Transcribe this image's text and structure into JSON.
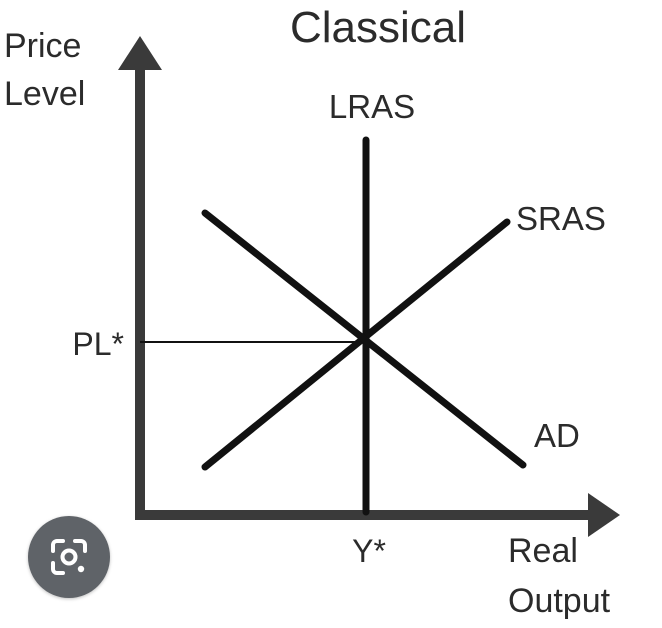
{
  "diagram": {
    "title": "Classical",
    "y_axis_label": [
      "Price",
      "Level"
    ],
    "x_axis_label": [
      "Real",
      "Output"
    ],
    "curves": {
      "lras": "LRAS",
      "sras": "SRAS",
      "ad": "AD"
    },
    "equilibrium": {
      "price_label": "PL*",
      "output_label": "Y*"
    },
    "colors": {
      "lines": "#111111",
      "axes": "#3a3a3a",
      "text": "#2b2b2b"
    }
  },
  "overlay": {
    "lens_icon": "google-lens-icon",
    "background": "#5f6368"
  }
}
